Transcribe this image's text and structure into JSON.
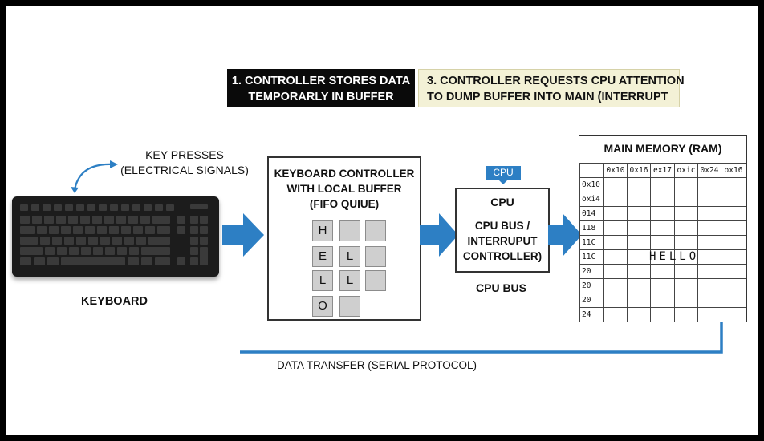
{
  "callouts": {
    "step1": [
      "1. CONTROLLER STORES DATA",
      "TEMPORARLY IN BUFFER"
    ],
    "step3": [
      "3. CONTROLLER REQUESTS CPU ATTENTION",
      "TO DUMP BUFFER INTO MAIN (INTERRUPT"
    ]
  },
  "keyboard": {
    "signal_label": [
      "KEY PRESSES",
      "(ELECTRICAL SIGNALS)"
    ],
    "label": "KEYBOARD"
  },
  "controller": {
    "title": [
      "KEYBOARD CONTROLLER",
      "WITH LOCAL BUFFER",
      "(FIFO QUIUE)"
    ],
    "buffer": [
      [
        "H",
        "",
        ""
      ],
      [
        "E",
        "L",
        ""
      ],
      [
        "L",
        "L",
        ""
      ],
      [
        "O",
        ""
      ]
    ]
  },
  "cpu": {
    "tag": "CPU",
    "title": "CPU",
    "subtitle": [
      "CPU BUS /",
      "INTERRUPUT",
      "CONTROLLER)"
    ],
    "bus_label": "CPU BUS"
  },
  "memory": {
    "title": "MAIN MEMORY (RAM)",
    "columns": [
      "0x10",
      "0x16",
      "ex17",
      "oxic",
      "0x24",
      "ox16"
    ],
    "rows": [
      "0x10",
      "oxi4",
      "014",
      "118",
      "11C",
      "11C",
      "20",
      "20",
      "20",
      "24"
    ],
    "hello_row": 5,
    "hello_text": "HELLO"
  },
  "transfer": {
    "label": "DATA TRANSFER (SERIAL PROTOCOL)"
  },
  "colors": {
    "arrow": "#2d7fc4",
    "callout_dark": "#0a0a0a",
    "callout_light": "#f3f1d6",
    "buffer_cell": "#cfcfcf",
    "keyboard": "#1c1c1c"
  }
}
